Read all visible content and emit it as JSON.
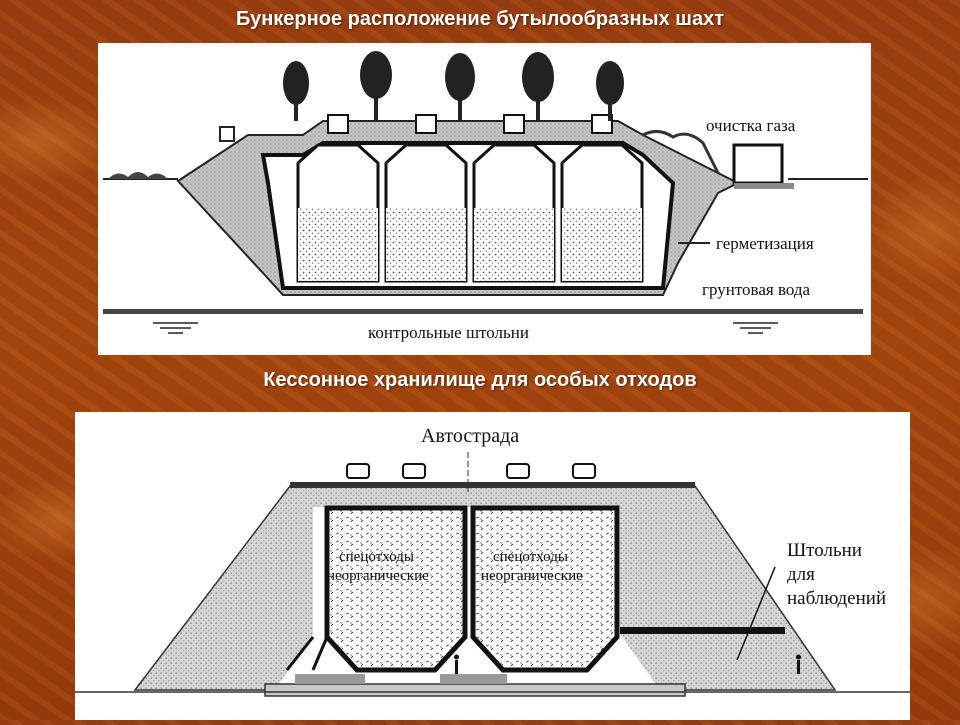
{
  "slide": {
    "title_top": "Бункерное расположение бутылообразных шахт",
    "title_bottom": "Кессонное хранилище для особых отходов"
  },
  "diagram_top": {
    "labels": {
      "gas_cleaning": "очистка газа",
      "sealing": "герметизация",
      "groundwater": "грунтовая вода",
      "control_adits": "контрольные штольни"
    }
  },
  "diagram_bottom": {
    "labels": {
      "highway": "Автострада",
      "waste_left_1": "спецотходы",
      "waste_left_2": "неорганические",
      "waste_right_1": "спецотходы",
      "waste_right_2": "неорганические",
      "adits_1": "Штольни",
      "adits_2": "для",
      "adits_3": "наблюдений"
    }
  },
  "colors": {
    "background": "#a8480f",
    "title_text": "#ffffff",
    "panel": "#ffffff"
  }
}
